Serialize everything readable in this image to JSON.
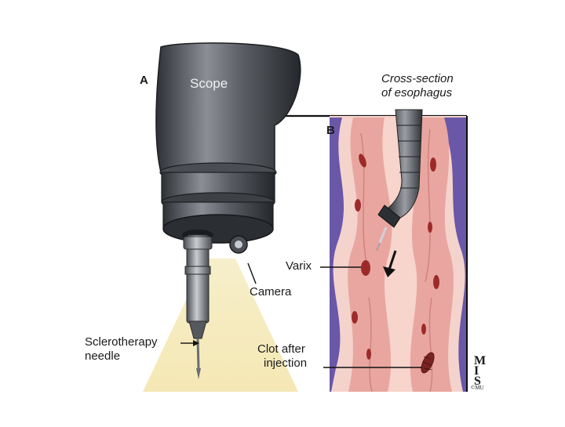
{
  "panels": {
    "a": "A",
    "b": "B"
  },
  "labels": {
    "scope": "Scope",
    "cross_section_line1": "Cross-section",
    "cross_section_line2": "of esophagus",
    "varix": "Varix",
    "camera": "Camera",
    "needle_line1": "Sclerotherapy",
    "needle_line2": "needle",
    "clot_line1": "Clot after",
    "clot_line2": "injection"
  },
  "credit": {
    "letters": "MIS",
    "small": "©MU"
  },
  "colors": {
    "scope_dark": "#3a3d42",
    "scope_light": "#8a8e94",
    "light_beam": "#f3e7b4",
    "tissue_pink": "#e9a6a0",
    "tissue_light": "#f6cfc8",
    "vein_purple": "#6a57a8",
    "varix_red": "#9d2a2a"
  }
}
